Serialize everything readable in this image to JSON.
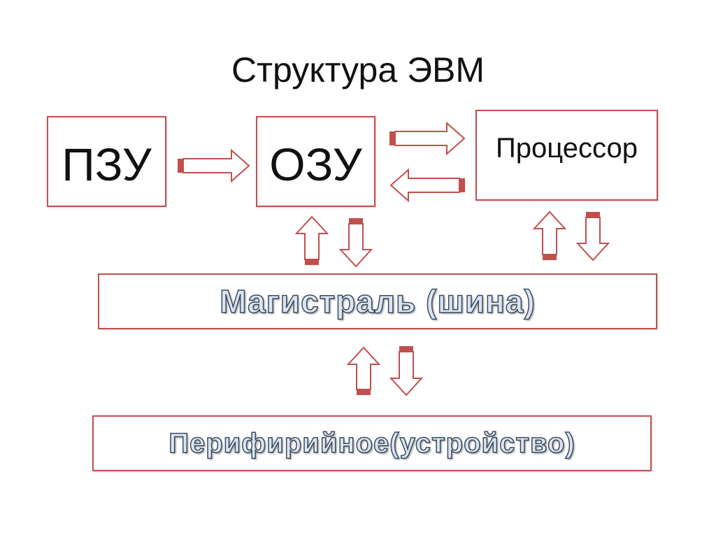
{
  "slide": {
    "title": "Структура ЭВМ"
  },
  "blocks": {
    "rom": "ПЗУ",
    "ram": "ОЗУ",
    "processor": "Процессор",
    "bus": "Магистраль (шина)",
    "peripheral": "Перифирийное(устройство)"
  },
  "colors": {
    "box_border": "#c0504d",
    "arrow_stroke": "#c0504d",
    "outline_text_fill": "#dbe5f1",
    "outline_text_stroke": "#3a4a5e"
  },
  "connections": [
    {
      "from": "ПЗУ",
      "to": "ОЗУ"
    },
    {
      "from": "ОЗУ",
      "to": "Процессор"
    },
    {
      "from": "Процессор",
      "to": "ОЗУ"
    },
    {
      "from": "Магистраль (шина)",
      "to": "ОЗУ"
    },
    {
      "from": "ОЗУ",
      "to": "Магистраль (шина)"
    },
    {
      "from": "Магистраль (шина)",
      "to": "Процессор"
    },
    {
      "from": "Процессор",
      "to": "Магистраль (шина)"
    },
    {
      "from": "Перифирийное(устройство)",
      "to": "Магистраль (шина)"
    },
    {
      "from": "Магистраль (шина)",
      "to": "Перифирийное(устройство)"
    }
  ]
}
